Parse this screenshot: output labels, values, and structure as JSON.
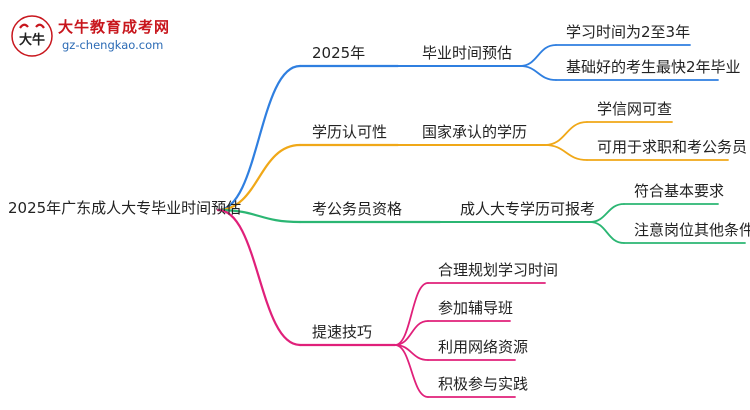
{
  "logo": {
    "brand_cn": "大牛教育成考网",
    "url": "gz-chengkao.com",
    "mark_text": "大牛"
  },
  "root": "2025年广东成人大专毕业时间预估",
  "branches": [
    {
      "label": "2025年",
      "color": "#2f7fe0",
      "sub": {
        "label": "毕业时间预估",
        "leaves": [
          "学习时间为2至3年",
          "基础好的考生最快2年毕业"
        ]
      }
    },
    {
      "label": "学历认可性",
      "color": "#f0a818",
      "sub": {
        "label": "国家承认的学历",
        "leaves": [
          "学信网可查",
          "可用于求职和考公务员"
        ]
      }
    },
    {
      "label": "考公务员资格",
      "color": "#2bb673",
      "sub": {
        "label": "成人大专学历可报考",
        "leaves": [
          "符合基本要求",
          "注意岗位其他条件"
        ]
      }
    },
    {
      "label": "提速技巧",
      "color": "#e0207a",
      "leaves": [
        "合理规划学习时间",
        "参加辅导班",
        "利用网络资源",
        "积极参与实践"
      ]
    }
  ]
}
